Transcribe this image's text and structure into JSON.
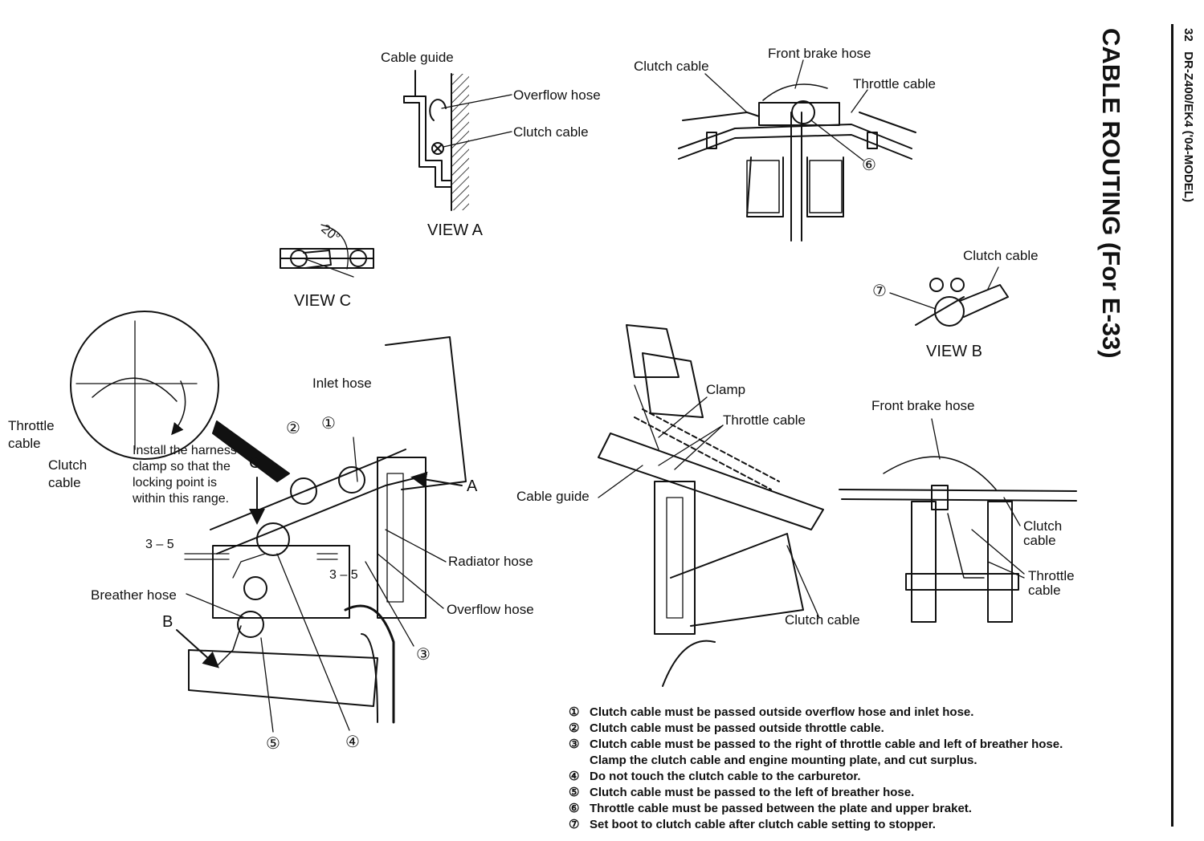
{
  "header": {
    "page_number": "32",
    "model": "DR-Z400/EK4 ('04-MODEL)",
    "title": "CABLE ROUTING (For E-33)"
  },
  "views": {
    "view_a": "VIEW A",
    "view_b": "VIEW B",
    "view_c": "VIEW C",
    "angle": "20°"
  },
  "labels": {
    "cable_guide_top": "Cable guide",
    "overflow_hose_top": "Overflow hose",
    "clutch_cable_view_a": "Clutch cable",
    "clutch_cable_hb": "Clutch cable",
    "front_brake_hose_top": "Front brake hose",
    "throttle_cable_hb": "Throttle cable",
    "clutch_cable_view_b": "Clutch cable",
    "throttle_cable_left_1": "Throttle",
    "throttle_cable_left_2": "cable",
    "clutch_cable_left_1": "Clutch",
    "clutch_cable_left_2": "cable",
    "install_note_1": "Install the harness",
    "install_note_2": "clamp so that the",
    "install_note_3": "locking point is",
    "install_note_4": "within this range.",
    "inlet_hose": "Inlet hose",
    "arrow_c": "C",
    "arrow_a": "A",
    "arrow_b": "B",
    "dim_left": "3 – 5",
    "dim_right": "3 – 5",
    "radiator_hose": "Radiator hose",
    "overflow_hose_mid": "Overflow hose",
    "breather_hose": "Breather hose",
    "clamp": "Clamp",
    "throttle_cable_mid": "Throttle cable",
    "cable_guide_mid": "Cable guide",
    "clutch_cable_mid": "Clutch cable",
    "front_brake_hose_right": "Front brake hose",
    "clutch_cable_right_1": "Clutch",
    "clutch_cable_right_2": "cable",
    "throttle_cable_right_1": "Throttle",
    "throttle_cable_right_2": "cable"
  },
  "callouts": {
    "c1": "①",
    "c2": "②",
    "c3": "③",
    "c4": "④",
    "c5": "⑤",
    "c6": "⑥",
    "c7": "⑦"
  },
  "notes": [
    {
      "mark": "①",
      "text": "Clutch cable must be passed outside overflow hose and inlet hose."
    },
    {
      "mark": "②",
      "text": "Clutch cable must be passed outside throttle cable."
    },
    {
      "mark": "③",
      "text": "Clutch cable must be passed to the right of throttle cable and left of breather hose."
    },
    {
      "mark": "",
      "text": "Clamp the clutch cable and engine mounting plate, and cut surplus."
    },
    {
      "mark": "④",
      "text": "Do not touch the clutch cable to the carburetor."
    },
    {
      "mark": "⑤",
      "text": "Clutch cable must be passed to the left of breather hose."
    },
    {
      "mark": "⑥",
      "text": "Throttle cable must be passed between the plate and upper braket."
    },
    {
      "mark": "⑦",
      "text": "Set boot to clutch cable after clutch cable setting to stopper."
    }
  ]
}
